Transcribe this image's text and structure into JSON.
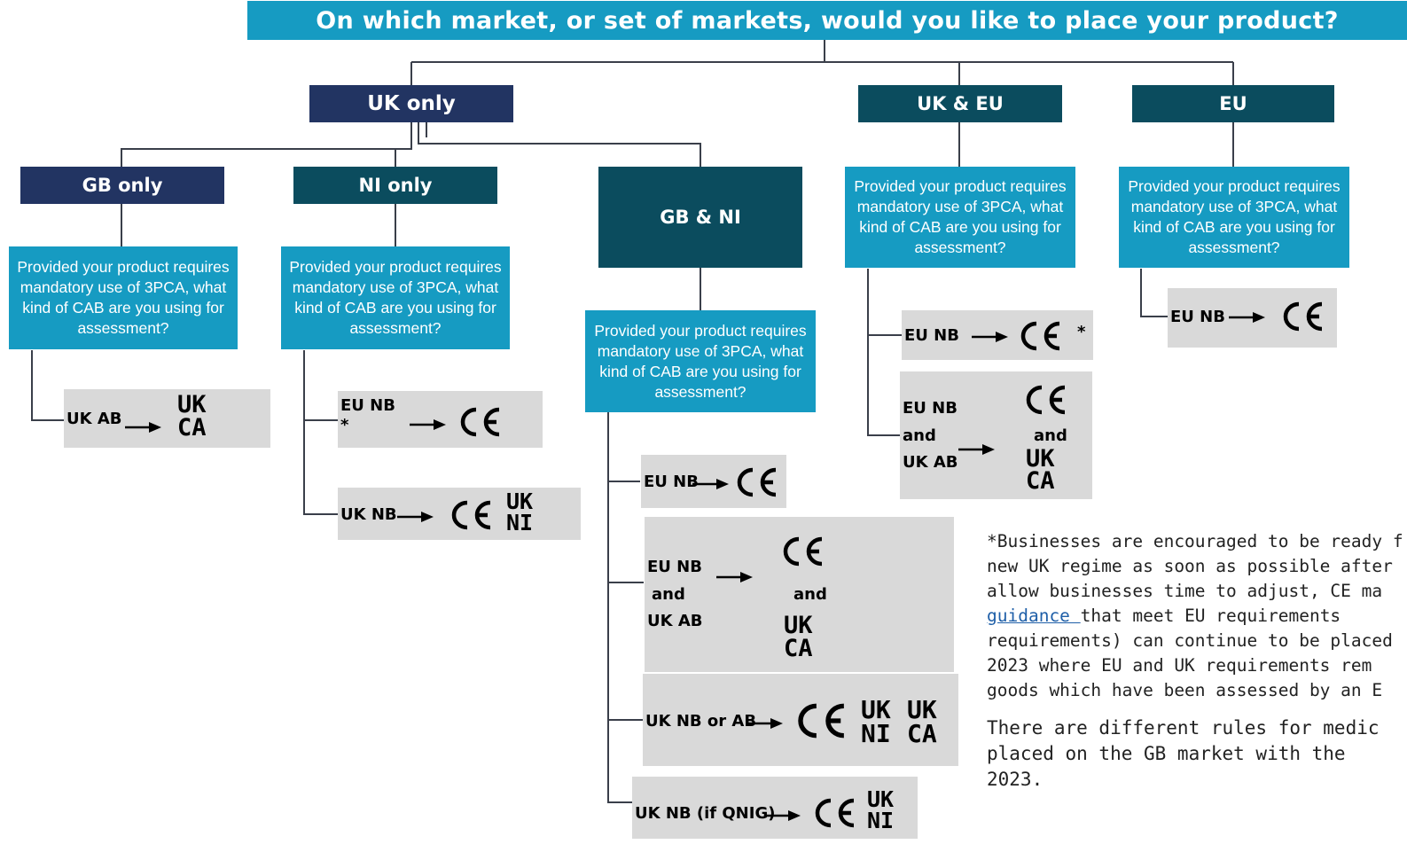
{
  "title": "On which market, or set of markets, would you like to place your product?",
  "markets": {
    "uk_only": "UK only",
    "uk_eu": "UK & EU",
    "eu": "EU"
  },
  "sub_markets": {
    "gb_only": "GB only",
    "ni_only": "NI only",
    "gb_ni": "GB & NI"
  },
  "question": "Provided your product requires mandatory use of 3PCA, what kind of CAB are you using for assessment?",
  "outcomes": {
    "gb_uk_ab": "UK AB",
    "ni_eu_nb": "EU NB",
    "ni_uk_nb": "UK NB",
    "gbni_eu_nb": "EU NB",
    "gbni_eu_nb_and": "EU NB",
    "gbni_and": "and",
    "gbni_uk_ab": "UK AB",
    "gbni_and_mark": "and",
    "gbni_uk_nb_or_ab": "UK NB or AB",
    "gbni_qnig": "UK NB (if QNIG)",
    "ukeu_eu_nb": "EU NB",
    "ukeu_eu_nb_and": "EU NB",
    "ukeu_and": "and",
    "ukeu_uk_ab": "UK AB",
    "ukeu_and_mark": "and",
    "eu_eu_nb": "EU NB",
    "asterisk": "*"
  },
  "marks": {
    "uk": "UK",
    "ca": "CA",
    "ni": "NI"
  },
  "footnote": {
    "p1_before": "*Businesses are encouraged to be ready f",
    "p1_l2": "new UK regime as soon as possible after",
    "p1_l3": "allow businesses time to adjust, CE ma",
    "p1_link": "guidance ",
    "p1_l4_after": "that meet EU requirements",
    "p1_l5": "requirements) can continue to be placed",
    "p1_l6": "2023 where EU and UK requirements rem",
    "p1_l7": "goods which have been assessed by an E",
    "p2_l1": "There are different rules for medic",
    "p2_l2": "placed on the GB market with the",
    "p2_l3": "2023."
  },
  "colors": {
    "banner": "#169bc2",
    "navy": "#223462",
    "teal": "#0b4c5e",
    "question": "#169bc2",
    "outcome_box": "#d9d9d9"
  }
}
